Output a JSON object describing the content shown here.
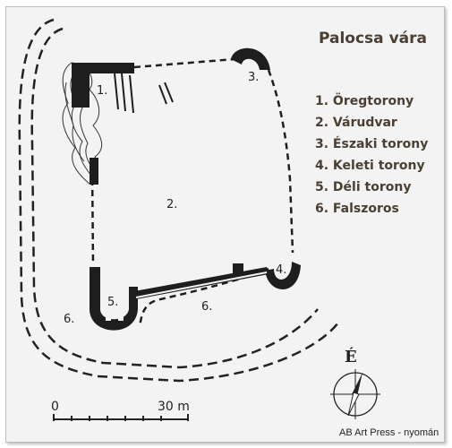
{
  "title": "Palocsa vára",
  "legend": [
    "1. Öregtorony",
    "2. Várudvar",
    "3. Északi torony",
    "4. Keleti torony",
    "5. Déli torony",
    "6. Falszoros"
  ],
  "plan_labels": {
    "l1": "1.",
    "l2": "2.",
    "l3": "3.",
    "l4": "4.",
    "l5": "5.",
    "l6a": "6.",
    "l6b": "6."
  },
  "north_label": "É",
  "scale": {
    "start": "0",
    "end": "30 m"
  },
  "credit": "AB Art Press - nyomán",
  "colors": {
    "ink": "#1e1e1e",
    "text": "#4a3f32",
    "paper": "#f3f3f3"
  }
}
